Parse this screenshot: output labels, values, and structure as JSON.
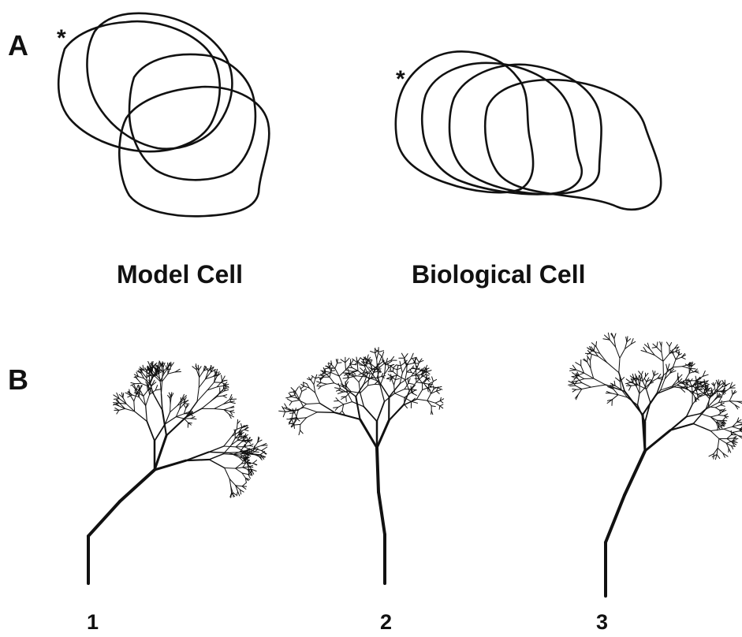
{
  "panel_a": {
    "letter": "A",
    "marker": "*"
  },
  "panel_b": {
    "letter": "B"
  },
  "cells": [
    {
      "caption": "Model Cell"
    },
    {
      "caption": "Biological Cell"
    }
  ],
  "trees": [
    {
      "label": "1"
    },
    {
      "label": "2"
    },
    {
      "label": "3"
    }
  ],
  "colors": {
    "stroke": "#111111",
    "background": "#ffffff"
  }
}
